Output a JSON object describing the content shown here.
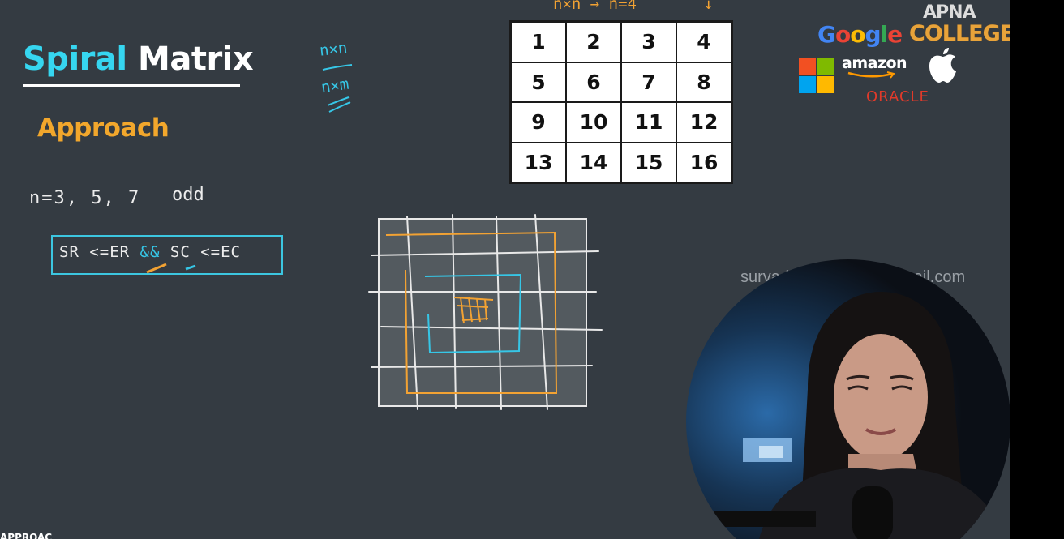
{
  "title": {
    "word1": "Spiral",
    "word2": "Matrix"
  },
  "subtitle": "Approach",
  "notes": {
    "nxn": "n×n",
    "nxm": "n×m",
    "top_note": "n×n → n=4",
    "top_arrow": "↓",
    "odd_n": "n=3, 5, 7",
    "odd_label": "odd",
    "condition_left": "SR <=ER",
    "condition_and": "&&",
    "condition_right": "SC <=EC"
  },
  "matrix": {
    "cells": [
      "1",
      "2",
      "3",
      "4",
      "5",
      "6",
      "7",
      "8",
      "9",
      "10",
      "11",
      "12",
      "13",
      "14",
      "15",
      "16"
    ]
  },
  "logos": {
    "google": [
      "G",
      "o",
      "o",
      "g",
      "l",
      "e"
    ],
    "google_colors": [
      "#4285f4",
      "#ea4335",
      "#fbbc05",
      "#4285f4",
      "#34a853",
      "#ea4335"
    ],
    "apna": "APNA",
    "college": "COLLEGE",
    "amazon": "amazon",
    "oracle": "ORACLE",
    "microsoft_colors": [
      "#f25022",
      "#7fba00",
      "#00a4ef",
      "#ffb900"
    ]
  },
  "watermark_email": "suryadeeproy2001@gmail.com",
  "bottom_partial": "APPROAC",
  "colors": {
    "background": "#343b42",
    "accent_cyan": "#36d6f0",
    "accent_orange": "#f2a72c"
  }
}
